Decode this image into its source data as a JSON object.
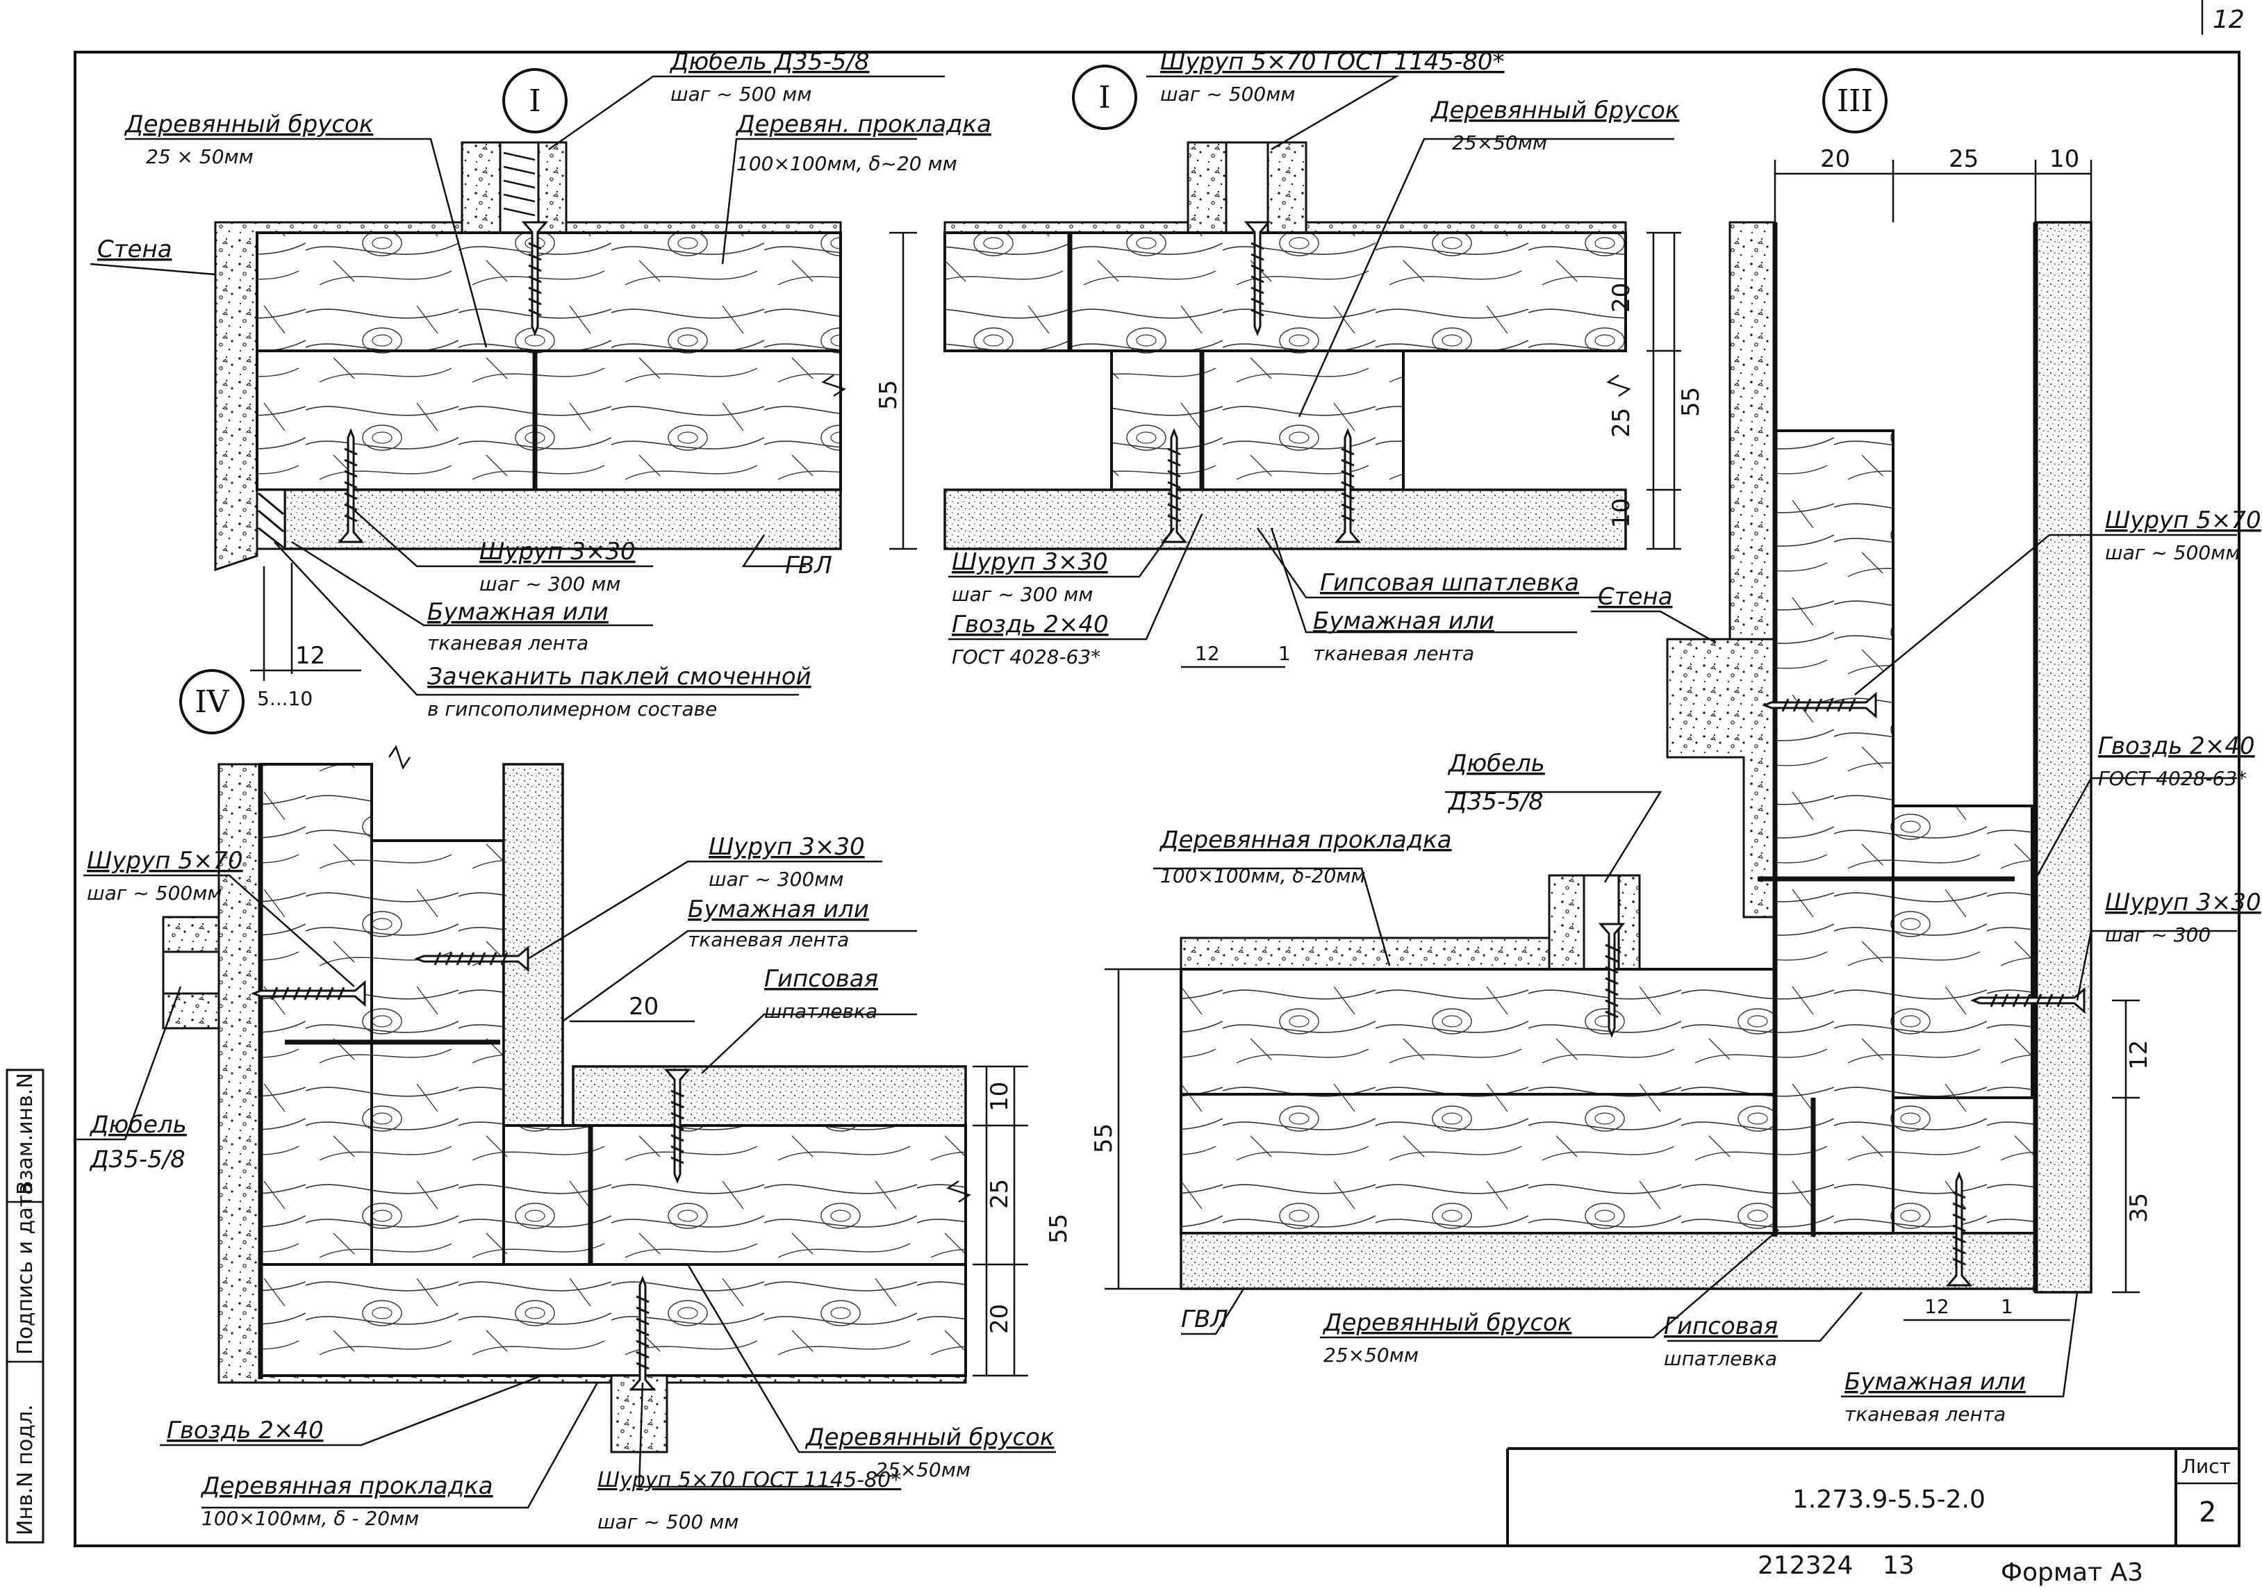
{
  "sheet": {
    "page_corner": "12",
    "drawing_code": "1.273.9-5.5-2.0",
    "sheet_label": "Лист",
    "sheet_number": "2",
    "archive_number": "212324",
    "page_number": "13",
    "format": "Формат А3",
    "side_stamp": [
      "Инв.N подл.",
      "Подпись и дата",
      "Взам.инв.N"
    ]
  },
  "node_I": {
    "marker": "I",
    "labels": {
      "dowel": "Дюбель Д35-5/8",
      "dowel_step": "шаг ~ 500 мм",
      "bar": "Деревянный брусок",
      "bar_size": "25 × 50мм",
      "pad": "Деревян. прокладка",
      "pad_size": "100×100мм, δ~20 мм",
      "wall": "Стена",
      "gvl": "ГВЛ",
      "screw": "Шуруп 3×30",
      "screw_step": "шаг ~ 300 мм",
      "tape1": "Бумажная или",
      "tape2": "тканевая лента",
      "caulk1": "Зачеканить паклей смоченной",
      "caulk2": "в гипсополимерном составе"
    },
    "dims": [
      "55",
      "12",
      "5...10"
    ]
  },
  "node_I_alt": {
    "marker": "I",
    "labels": {
      "screw": "Шуруп 5×70 ГОСТ 1145-80*",
      "screw_step": "шаг ~ 500мм",
      "bar": "Деревянный брусок",
      "bar_size": "25×50мм",
      "screw2": "Шуруп 3×30",
      "screw2_step": "шаг ~ 300 мм",
      "nail": "Гвоздь 2×40",
      "nail_gost": "ГОСТ 4028-63*",
      "putty": "Гипсовая шпатлевка",
      "tape1": "Бумажная или",
      "tape2": "тканевая лента"
    },
    "dims": [
      "20",
      "25",
      "10",
      "55",
      "12",
      "1"
    ]
  },
  "node_III": {
    "marker": "III",
    "labels": {
      "screw": "Шуруп 5×70",
      "screw_step": "шаг ~ 500мм",
      "wall": "Стена",
      "dowel": "Дюбель",
      "dowel_size": "Д35-5/8",
      "nail": "Гвоздь 2×40",
      "nail_gost": "ГОСТ 4028-63*",
      "pad": "Деревянная прокладка",
      "pad_size": "100×100мм, δ-20мм",
      "screw2": "Шуруп 3×30",
      "screw2_step": "шаг ~ 300",
      "gvl": "ГВЛ",
      "bar": "Деревянный брусок",
      "bar_size": "25×50мм",
      "putty1": "Гипсовая",
      "putty2": "шпатлевка",
      "tape1": "Бумажная или",
      "tape2": "тканевая лента"
    },
    "dims": [
      "20",
      "25",
      "10",
      "55",
      "12",
      "35",
      "12",
      "1"
    ]
  },
  "node_IV": {
    "marker": "IV",
    "labels": {
      "screw": "Шуруп 5×70",
      "screw_step": "шаг ~ 500мм",
      "dowel": "Дюбель",
      "dowel_size": "Д35-5/8",
      "screw2": "Шуруп 3×30",
      "screw2_step": "шаг ~ 300мм",
      "tape1": "Бумажная или",
      "tape2": "тканевая лента",
      "putty1": "Гипсовая",
      "putty2": "шпатлевка",
      "nail": "Гвоздь 2×40",
      "pad": "Деревянная прокладка",
      "pad_size": "100×100мм, δ - 20мм",
      "screw3": "Шуруп 5×70 ГОСТ 1145-80*",
      "screw3_step": "шаг ~ 500 мм",
      "bar": "Деревянный брусок",
      "bar_size": "25×50мм"
    },
    "dims": [
      "20",
      "10",
      "25",
      "55",
      "20"
    ]
  }
}
